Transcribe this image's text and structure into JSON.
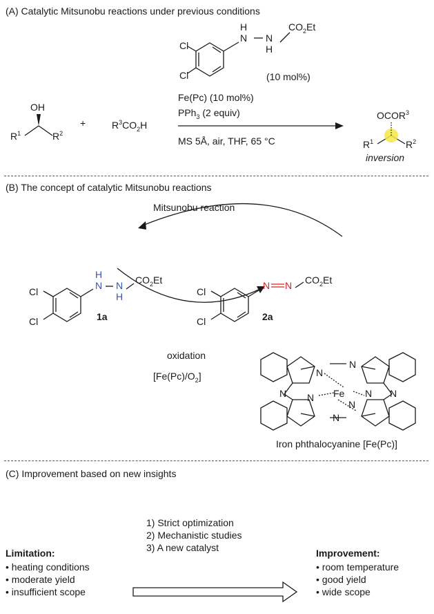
{
  "sections": {
    "a": {
      "header": "(A) Catalytic Mitsunobu reactions under previous conditions",
      "catalyst_loading": "(10 mol%)",
      "cond1": "Fe(Pc) (10 mol%)",
      "cond2_pre": "PPh",
      "cond2_sub": "3",
      "cond2_post": " (2 equiv)",
      "cond3": "MS 5Å, air, THF, 65 °C",
      "inversion": "inversion",
      "plus": "+"
    },
    "b": {
      "header": "(B) The concept of catalytic Mitsunobu reactions",
      "top_arrow_label": "Mitsunobu reaction",
      "compound1": "1a",
      "compound2": "2a",
      "oxidation": "oxidation",
      "oxidant_pre": "[Fe(Pc)/O",
      "oxidant_sub": "2",
      "oxidant_post": "]",
      "catalyst_name": "Iron phthalocyanine [Fe(Pc)]"
    },
    "c": {
      "header": "(C) Improvement based on new insights",
      "steps": [
        "1) Strict optimization",
        "2) Mechanistic studies",
        "3) A new catalyst"
      ],
      "limitation_title": "Limitation:",
      "limitations": [
        "• heating conditions",
        "• moderate yield",
        "• insufficient scope"
      ],
      "improvement_title": "Improvement:",
      "improvements": [
        "• room temperature",
        "• good yield",
        "• wide scope"
      ]
    }
  },
  "atoms": {
    "cl": "Cl",
    "n": "N",
    "h": "H",
    "fe": "Fe",
    "oh": "OH",
    "co2et": "CO",
    "co2et_sub": "2",
    "co2et_tail": "Et",
    "r": "R",
    "r1": "1",
    "r2": "2",
    "r3": "3",
    "acid_tail": "CO",
    "acid_sub": "2",
    "acid_end": "H",
    "ocor": "OCOR"
  },
  "colors": {
    "hydrazine_nh": "#3a4fb5",
    "azo_n": "#e0201b",
    "stereocenter_highlight": "#f5e642"
  }
}
